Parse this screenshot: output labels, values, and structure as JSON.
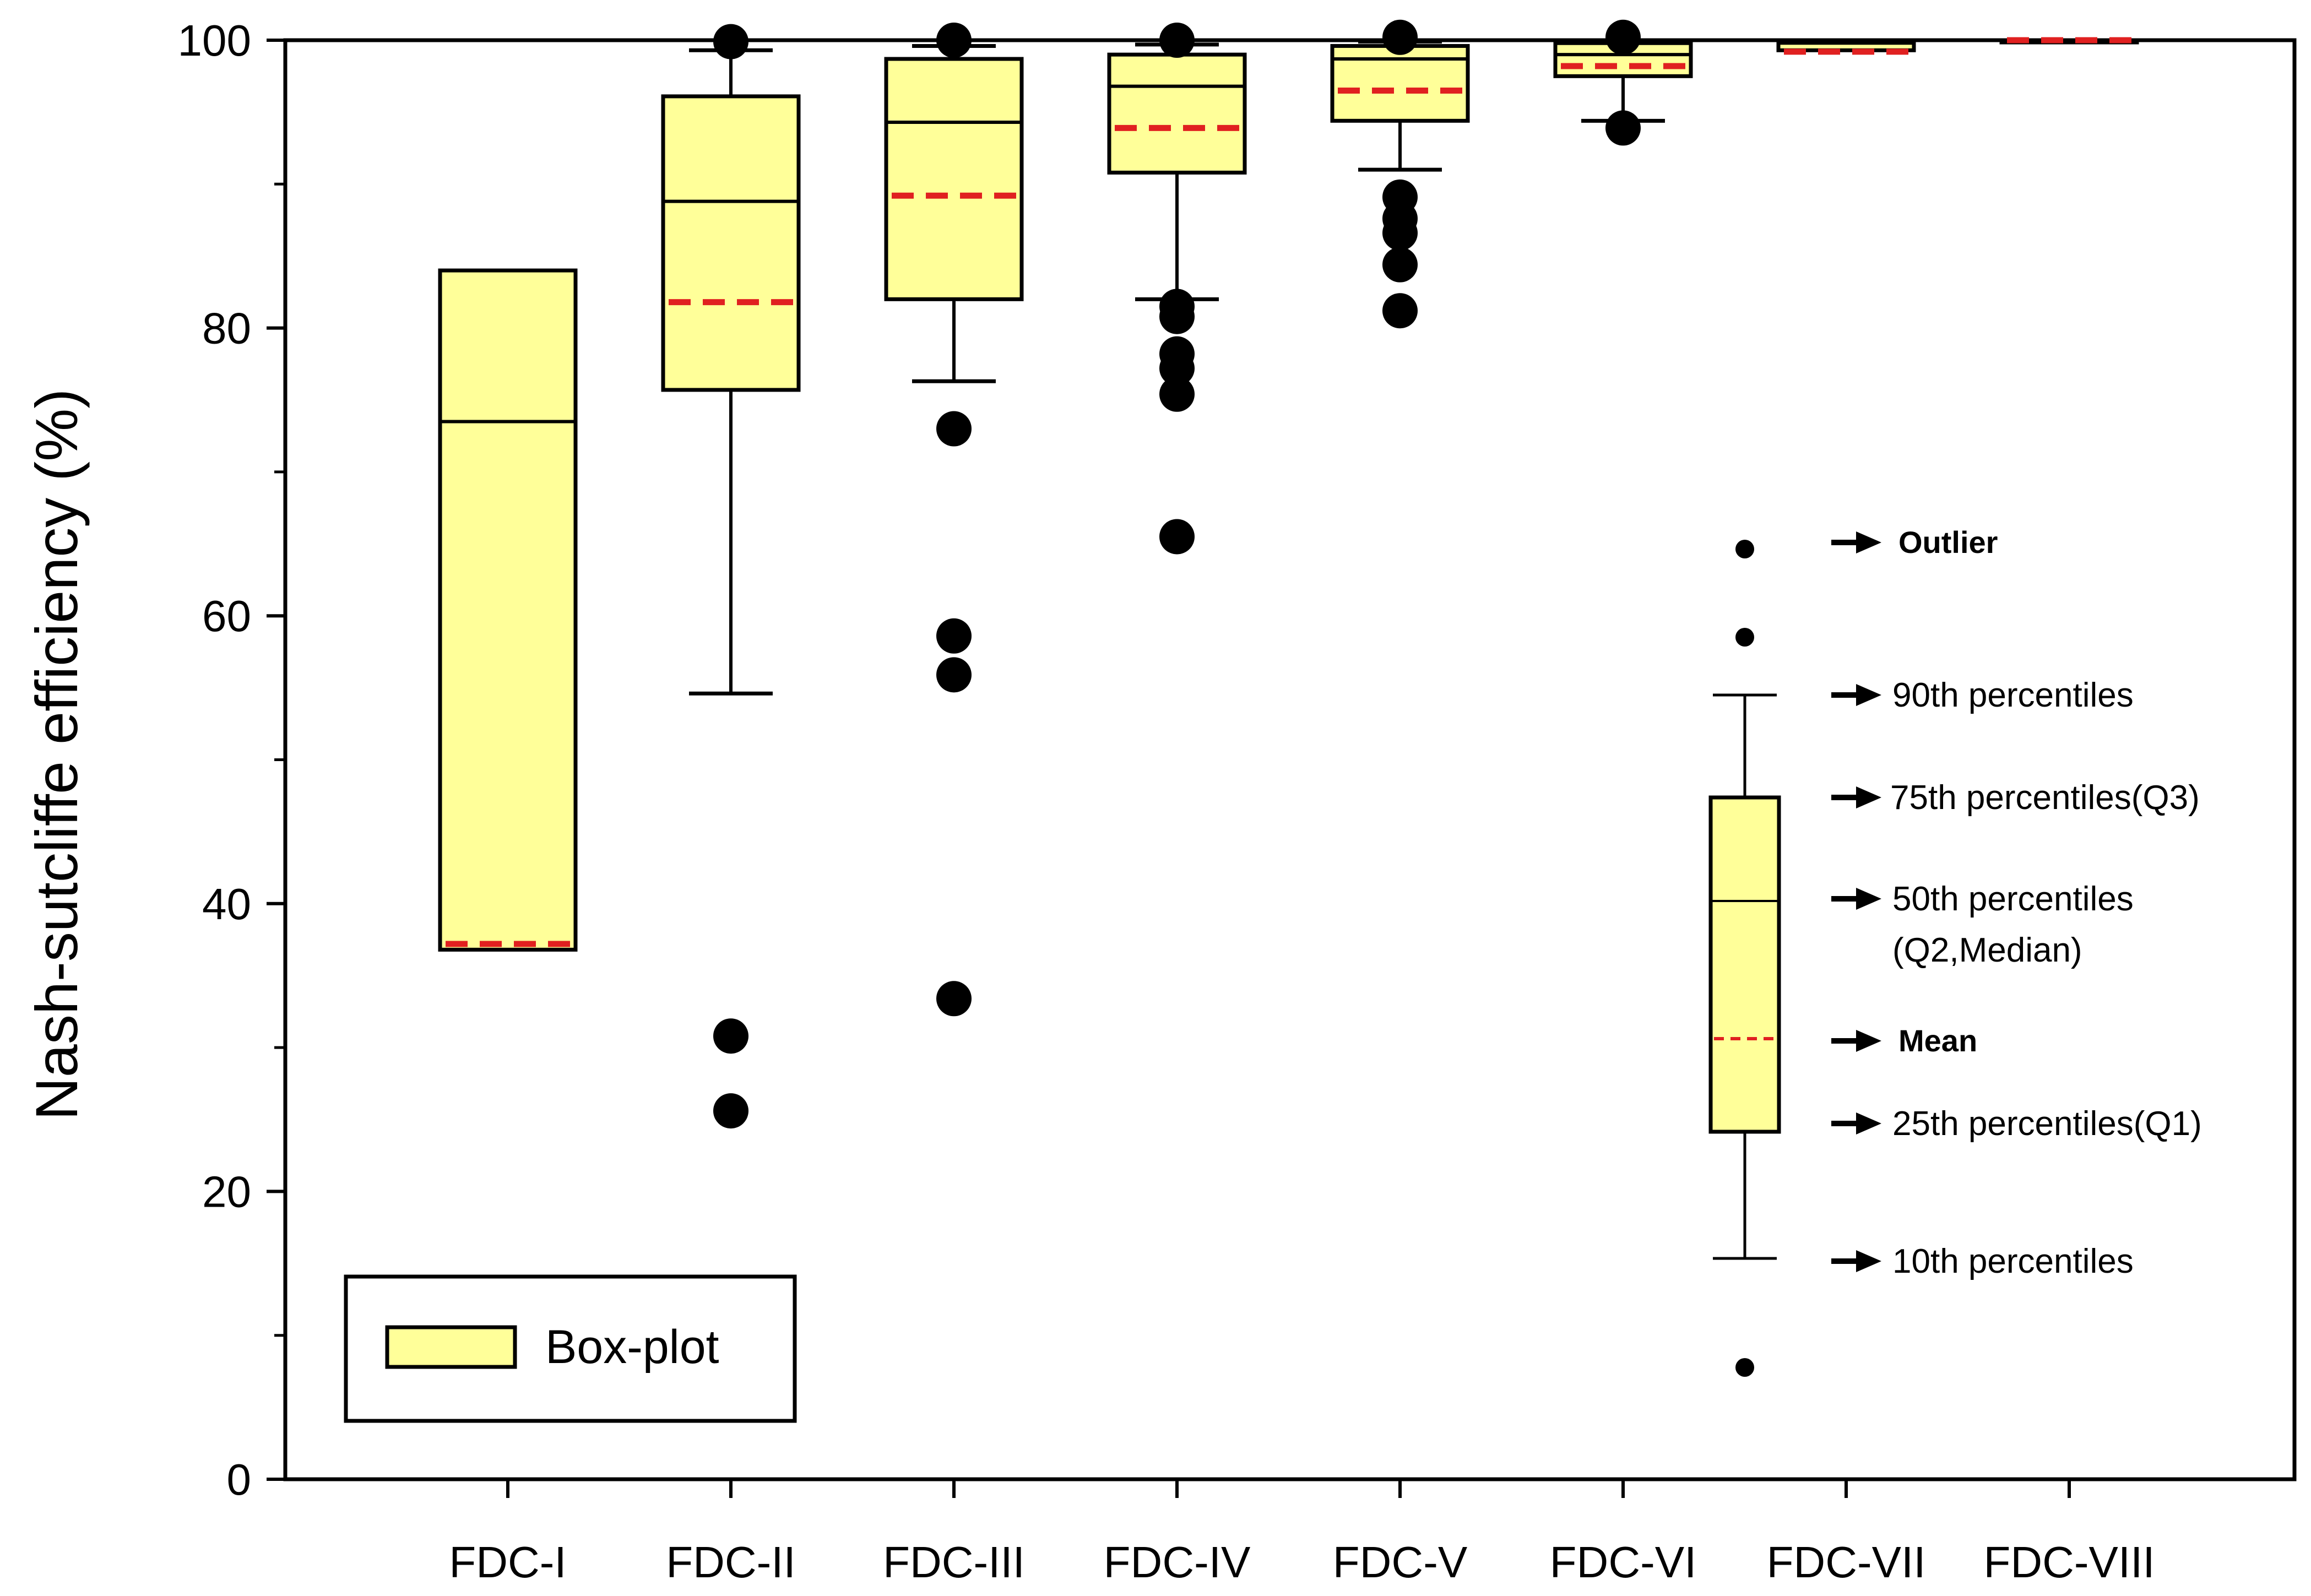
{
  "colors": {
    "box_fill": "#ffff99",
    "mean_line": "#e02020",
    "stroke": "#000000",
    "background": "#ffffff"
  },
  "chart_data": {
    "type": "box",
    "ylabel": "Nash-sutcliffe efficiency (%)",
    "ylim": [
      0,
      100
    ],
    "yticks": [
      0,
      20,
      40,
      60,
      80,
      100
    ],
    "legend": {
      "label": "Box-plot",
      "placement": "bottom-left"
    },
    "categories": [
      "FDC-I",
      "FDC-II",
      "FDC-III",
      "FDC-IV",
      "FDC-V",
      "FDC-VI",
      "FDC-VII",
      "FDC-VIII"
    ],
    "boxes": [
      {
        "category": "FDC-I",
        "q1": 36.8,
        "median": 73.5,
        "q3": 84.0,
        "mean": 37.2,
        "p10": null,
        "p90": null,
        "outliers": []
      },
      {
        "category": "FDC-II",
        "q1": 75.7,
        "median": 88.8,
        "q3": 96.1,
        "mean": 81.8,
        "p10": 54.6,
        "p90": 99.3,
        "outliers": [
          99.9,
          30.8,
          25.6
        ]
      },
      {
        "category": "FDC-III",
        "q1": 82.0,
        "median": 94.3,
        "q3": 98.7,
        "mean": 89.2,
        "p10": 76.3,
        "p90": 99.6,
        "outliers": [
          100.0,
          73.0,
          58.6,
          55.9,
          33.4
        ]
      },
      {
        "category": "FDC-IV",
        "q1": 90.8,
        "median": 96.8,
        "q3": 99.0,
        "mean": 93.9,
        "p10": 82.0,
        "p90": 99.7,
        "outliers": [
          100.0,
          81.5,
          80.8,
          78.2,
          77.2,
          75.4,
          65.5
        ]
      },
      {
        "category": "FDC-V",
        "q1": 94.4,
        "median": 98.7,
        "q3": 99.6,
        "mean": 96.5,
        "p10": 91.0,
        "p90": 99.9,
        "outliers": [
          100.2,
          89.1,
          87.6,
          86.6,
          84.4,
          81.2
        ]
      },
      {
        "category": "FDC-VI",
        "q1": 97.5,
        "median": 99.0,
        "q3": 99.8,
        "mean": 98.2,
        "p10": 94.4,
        "p90": 100.0,
        "outliers": [
          100.2,
          93.9
        ]
      },
      {
        "category": "FDC-VII",
        "q1": 99.3,
        "median": 99.8,
        "q3": 100.0,
        "mean": 99.2,
        "p10": null,
        "p90": null,
        "outliers": []
      },
      {
        "category": "FDC-VIII",
        "q1": 100.0,
        "median": 100.0,
        "q3": 100.0,
        "mean": 100.0,
        "p10": null,
        "p90": null,
        "outliers": []
      }
    ],
    "explainer": {
      "outlier_label": "Outlier",
      "p90_label": "90th percentiles",
      "q3_label": "75th percentiles(Q3)",
      "median_label_line1": "50th percentiles",
      "median_label_line2": "(Q2,Median)",
      "mean_label": "Mean",
      "q1_label": "25th percentiles(Q1)",
      "p10_label": "10th percentiles"
    }
  }
}
